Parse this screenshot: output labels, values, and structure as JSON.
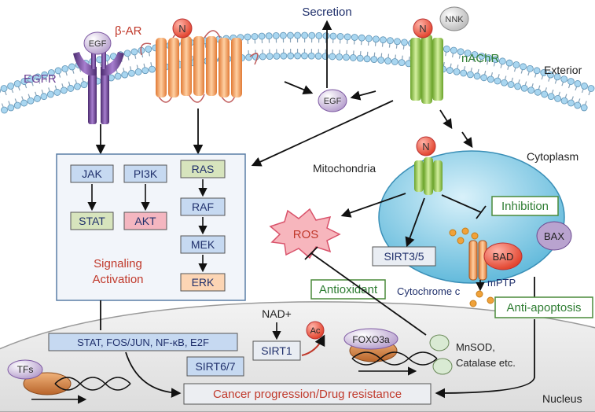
{
  "labels": {
    "egfr": "EGFR",
    "egf_ligand": "EGF",
    "beta_ar": "β-AR",
    "n_beta": "N",
    "secretion": "Secretion",
    "n_nachr": "N",
    "nnk": "NNK",
    "nachr": "nAChR",
    "exterior": "Exterior",
    "egf_secreted": "EGF",
    "cytoplasm": "Cytoplasm",
    "mitochondria": "Mitochondria",
    "n_mito": "N",
    "inhibition": "Inhibition",
    "ros": "ROS",
    "sirt35": "SIRT3/5",
    "bax": "BAX",
    "bad": "BAD",
    "mptp": "mPTP",
    "cytochrome_c": "Cytochrome c",
    "antioxidant": "Antioxidant",
    "anti_apoptosis": "Anti-apoptosis",
    "nad": "NAD+",
    "nucleus": "Nucleus"
  },
  "signaling": {
    "jak": "JAK",
    "stat": "STAT",
    "pi3k": "PI3K",
    "akt": "AKT",
    "ras": "RAS",
    "raf": "RAF",
    "mek": "MEK",
    "erk": "ERK",
    "activation_line1": "Signaling",
    "activation_line2": "Activation"
  },
  "nucleus": {
    "tf_list": "STAT, FOS/JUN, NF-κB, E2F",
    "sirt1": "SIRT1",
    "sirt67": "SIRT6/7",
    "ac": "Ac",
    "foxo3a": "FOXO3a",
    "tfs": "TFs",
    "targets_line1": "MnSOD,",
    "targets_line2": "Catalase etc.",
    "outcome": "Cancer progression/Drug resistance"
  },
  "colors": {
    "egfr": "#6b3f93",
    "beta_ar": "#f09a55",
    "nachr": "#8cc43f",
    "box_blue": "#c6d9f1",
    "box_green": "#d7e4bd",
    "box_pink": "#f4b6c0",
    "box_orange": "#fcd5b4",
    "ros": "#f7b6bd",
    "mito": "#8ecfe8",
    "text_red": "#c0392b",
    "text_navy": "#1f2f6b",
    "text_green": "#2e7d32"
  }
}
